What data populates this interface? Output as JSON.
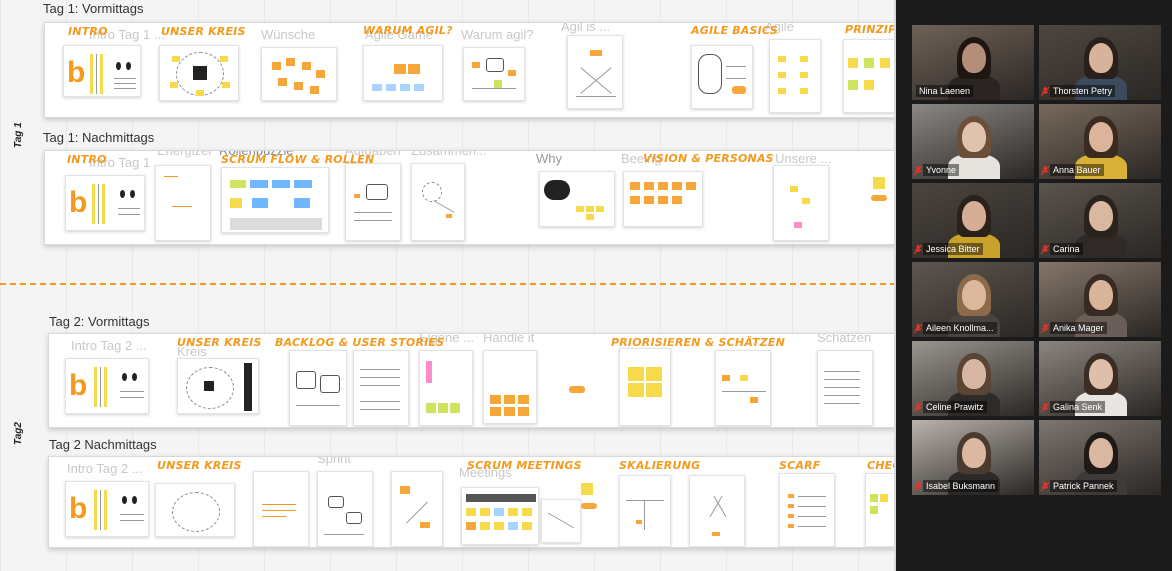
{
  "board": {
    "day_labels": {
      "day1": "Tag 1",
      "day2": "Tag2"
    },
    "sections": [
      {
        "title": "Tag 1: Vormittags",
        "ghost_labels": [
          "Intro Tag 1 ...",
          "Wünsche",
          "Agile Game",
          "Warum agil?",
          "Agil is ...",
          "Agile"
        ],
        "hand_labels": [
          "INTRO",
          "UNSER KREIS",
          "WARUM AGIL?",
          "AGILE BASICS",
          "PRINZIPIEN"
        ]
      },
      {
        "title": "Tag 1: Nachmittags",
        "ghost_labels": [
          "Intro Tag 1 ...",
          "Energizer",
          "Rollenpuzzle",
          "Aufgaben",
          "Zusammen...",
          "Why",
          "Beeing",
          "Unsere ..."
        ],
        "hand_labels": [
          "INTRO",
          "SCRUM FLOW & ROLLEN",
          "VISION & PERSONAS"
        ]
      },
      {
        "title": "Tag 2: Vormittags",
        "ghost_labels": [
          "Intro Tag 2 ...",
          "Kreis",
          "Eigene ...",
          "Handle it",
          "Schätzen"
        ],
        "hand_labels": [
          "UNSER KREIS",
          "BACKLOG & USER STORIES",
          "PRIORISIEREN & SCHÄTZEN"
        ]
      },
      {
        "title": "Tag 2 Nachmittags",
        "ghost_labels": [
          "Intro Tag 2 ...",
          "Sprint",
          "Meetings"
        ],
        "hand_labels": [
          "UNSER KREIS",
          "SCRUM MEETINGS",
          "SKALIERUNG",
          "SCARF",
          "CHECK"
        ]
      }
    ]
  },
  "participants": [
    {
      "name": "Nina Laenen",
      "active": true,
      "muted": false
    },
    {
      "name": "Thorsten Petry",
      "active": false,
      "muted": true
    },
    {
      "name": "Yvonne",
      "active": false,
      "muted": true
    },
    {
      "name": "Anna Bauer",
      "active": false,
      "muted": true
    },
    {
      "name": "Jessica Bitter",
      "active": false,
      "muted": true
    },
    {
      "name": "Carina",
      "active": false,
      "muted": true
    },
    {
      "name": "Aileen Knollma...",
      "active": false,
      "muted": true
    },
    {
      "name": "Anika Mager",
      "active": false,
      "muted": true
    },
    {
      "name": "Celine Prawitz",
      "active": false,
      "muted": true
    },
    {
      "name": "Galina Senk",
      "active": false,
      "muted": true
    },
    {
      "name": "Isabel Buksmann",
      "active": false,
      "muted": true
    },
    {
      "name": "Patrick Pannek",
      "active": false,
      "muted": true
    }
  ],
  "colors": {
    "accent": "#f39a1f",
    "sticky_yellow": "#f7d94c",
    "active_border": "#f2e36a",
    "muted_icon": "#e5332a"
  }
}
